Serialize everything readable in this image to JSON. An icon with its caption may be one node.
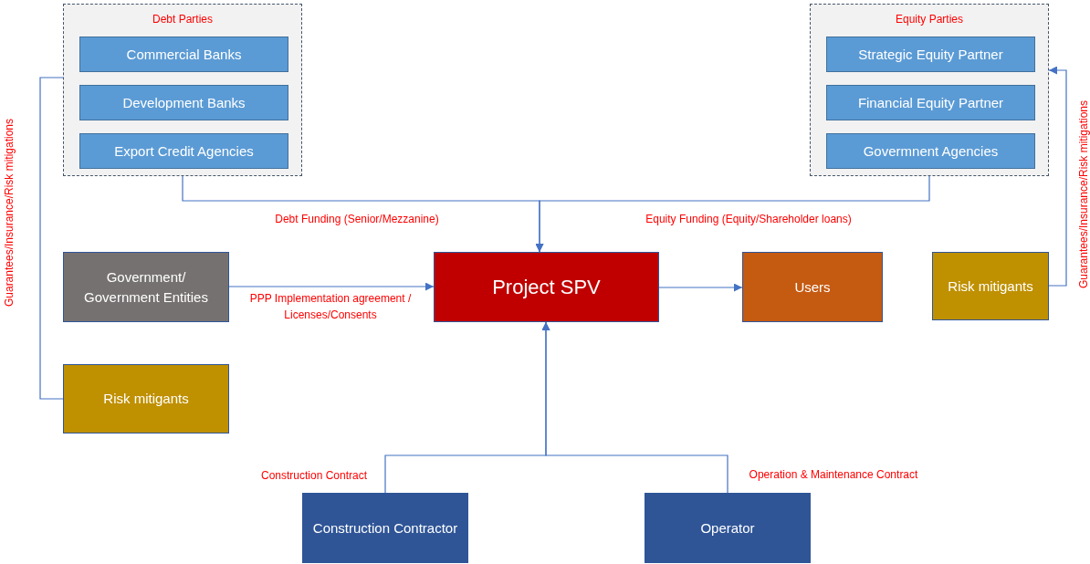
{
  "diagram": {
    "nodes": [
      {
        "text": [
          "Debt Parties"
        ]
      },
      {
        "text": [
          "Commercial Banks"
        ],
        "in": 0
      },
      {
        "text": [
          "Development Banks"
        ],
        "in": 0
      },
      {
        "text": [
          "Export Credit Agencies"
        ],
        "in": 0
      },
      {
        "text": [
          "Equity Parties"
        ]
      },
      {
        "text": [
          "Strategic Equity Partner"
        ],
        "in": 4
      },
      {
        "text": [
          "Financial Equity Partner"
        ],
        "in": 4
      },
      {
        "text": [
          "Govermnent Agencies"
        ],
        "in": 4
      },
      {
        "text": [
          "Government/ Government Entities"
        ]
      },
      {
        "text": [
          "Project SPV"
        ]
      },
      {
        "text": [
          "Users"
        ]
      },
      {
        "text": [
          "Risk mitigants"
        ]
      },
      {
        "text": [
          "Risk mitigants"
        ]
      },
      {
        "text": [
          "Construction Contractor"
        ]
      },
      {
        "text": [
          "Operator"
        ]
      }
    ],
    "edges": [
      {
        "from": 0,
        "to": 9,
        "arrow": "to",
        "label": "Debt Funding (Senior/Mezzanine)"
      },
      {
        "from": 4,
        "to": 9,
        "arrow": "to",
        "label": "Equity Funding (Equity/Shareholder loans)"
      },
      {
        "from": 8,
        "to": 9,
        "arrow": "to",
        "label": "PPP Implementation agreement / Licenses/Consents"
      },
      {
        "from": 9,
        "to": 10,
        "arrow": "to"
      },
      {
        "from": 11,
        "to": 4,
        "arrow": "to",
        "label": "Guarantees/Insurance/Risk mitigations"
      },
      {
        "from": 12,
        "to": 0,
        "arrow": "none",
        "label": "Guarantees/Insurance/Risk mitigations"
      },
      {
        "from": 13,
        "to": 9,
        "arrow": "to",
        "label": "Construction Contract"
      },
      {
        "from": 14,
        "to": 9,
        "arrow": "to",
        "label": "Operation & Maintenance Contract"
      }
    ]
  }
}
